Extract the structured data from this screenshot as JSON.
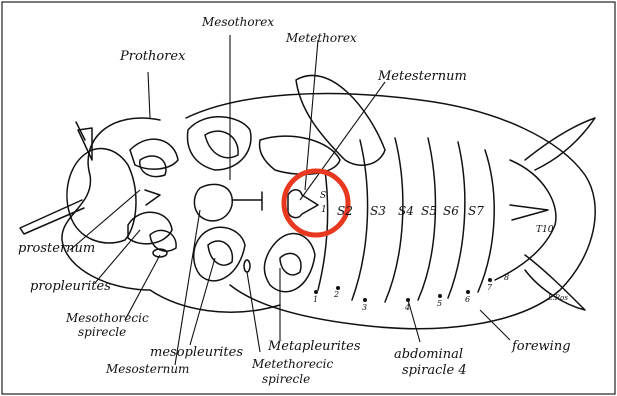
{
  "diagram": {
    "highlight_color": "#e8381f",
    "labels": {
      "prothorax": "Prothorex",
      "mesothorax": "Mesothorex",
      "metathorax": "Metethorex",
      "metasternum": "Metesternum",
      "prosternum": "prosternum",
      "propleurites": "propleurites",
      "mesothoracic_spiracle_1": "Mesothorecic",
      "mesothoracic_spiracle_2": "spirecle",
      "mesopleurites": "mesopleurites",
      "mesosternum": "Mesosternum",
      "metapleurites": "Metapleurites",
      "metathoracic_spiracle_1": "Metethorecic",
      "metathoracic_spiracle_2": "spirecle",
      "abdominal_spiracle_1": "abdominal",
      "abdominal_spiracle_2": "spiracle 4",
      "forewing": "forewing"
    },
    "sternites": [
      "S2",
      "S3",
      "S4",
      "S5",
      "S6",
      "S7"
    ],
    "s1_top": "S",
    "s1_bottom": "1",
    "t10": "T10",
    "spiracle_numbers": [
      "1",
      "2",
      "3",
      "4",
      "5",
      "6",
      "7",
      "8"
    ],
    "signature": "L.Ros"
  }
}
